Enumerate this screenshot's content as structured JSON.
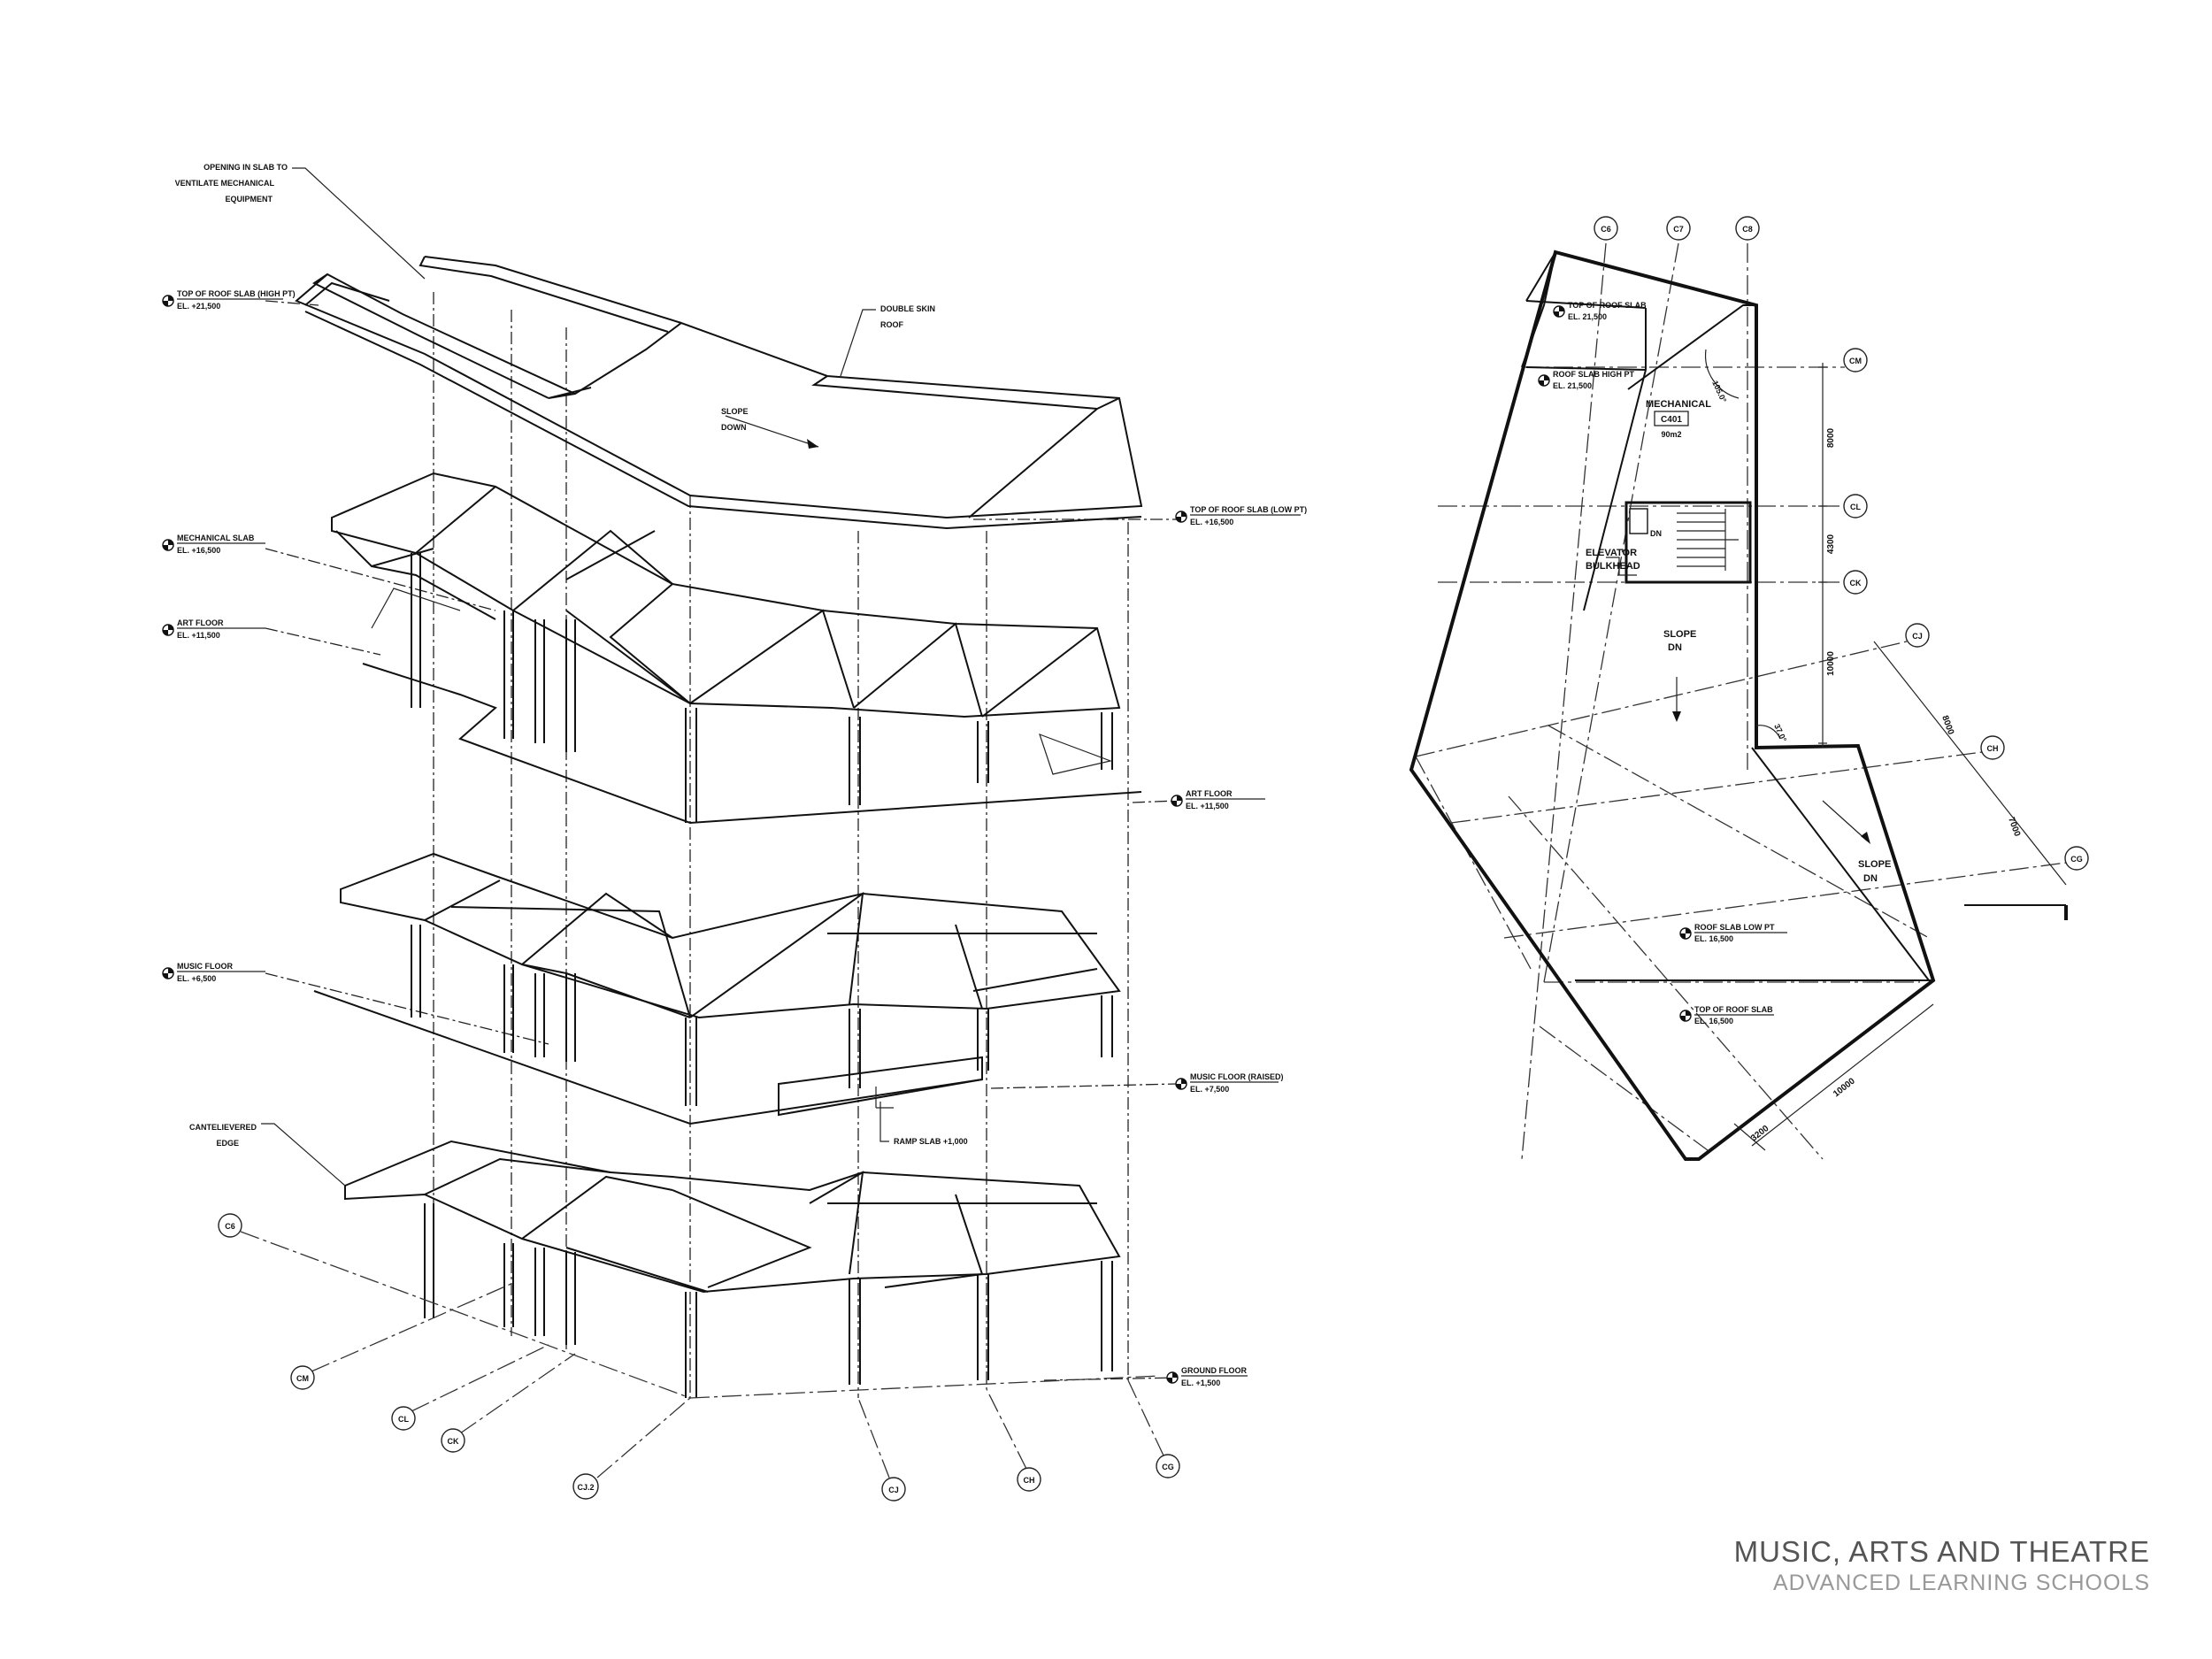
{
  "title": {
    "main": "MUSIC, ARTS AND THEATRE",
    "sub": "ADVANCED LEARNING SCHOOLS"
  },
  "axonometric": {
    "notes": {
      "opening_1": "OPENING IN SLAB TO",
      "opening_2": "VENTILATE MECHANICAL",
      "opening_3": "EQUIPMENT",
      "double_skin_1": "DOUBLE SKIN",
      "double_skin_2": "ROOF",
      "slope_1": "SLOPE",
      "slope_2": "DOWN",
      "ramp": "RAMP SLAB +1,000",
      "cant_1": "CANTELIEVERED",
      "cant_2": "EDGE"
    },
    "levels": [
      {
        "name": "TOP OF ROOF SLAB (HIGH PT)",
        "el": "EL. +21,500"
      },
      {
        "name": "MECHANICAL SLAB",
        "el": "EL. +16,500"
      },
      {
        "name": "ART FLOOR",
        "el": "EL. +11,500"
      },
      {
        "name": "MUSIC FLOOR",
        "el": "EL. +6,500"
      },
      {
        "name": "TOP OF ROOF SLAB (LOW PT)",
        "el": "EL. +16,500"
      },
      {
        "name": "ART FLOOR",
        "el": "EL. +11,500"
      },
      {
        "name": "MUSIC FLOOR (RAISED)",
        "el": "EL. +7,500"
      },
      {
        "name": "GROUND FLOOR",
        "el": "EL. +1,500"
      }
    ],
    "grids": [
      "C6",
      "CM",
      "CL",
      "CK",
      "CJ.2",
      "CJ",
      "CH",
      "CG"
    ]
  },
  "plan": {
    "grids_top": [
      "C6",
      "C7",
      "C8"
    ],
    "grids_right": [
      "CM",
      "CL",
      "CK",
      "CJ",
      "CH",
      "CG"
    ],
    "dims": [
      "8000",
      "4300",
      "10000",
      "8000",
      "7000",
      "10000",
      "3200"
    ],
    "angles": [
      "105.0°",
      "37.0°"
    ],
    "labels": {
      "top_roof_name": "TOP OF ROOF SLAB",
      "top_roof_el": "EL. 21,500",
      "roof_high_name": "ROOF SLAB HIGH PT",
      "roof_high_el": "EL. 21,500",
      "mechanical": "MECHANICAL",
      "room_no": "C401",
      "area": "90m2",
      "dn": "DN",
      "elevator_1": "ELEVATOR",
      "elevator_2": "BULKHEAD",
      "slope_1": "SLOPE",
      "slope_2": "DN",
      "slope_r_1": "SLOPE",
      "slope_r_2": "DN",
      "roof_low_name": "ROOF SLAB LOW PT",
      "roof_low_el": "EL. 16,500",
      "top_roof2_name": "TOP OF ROOF SLAB",
      "top_roof2_el": "EL. 16,500"
    }
  }
}
